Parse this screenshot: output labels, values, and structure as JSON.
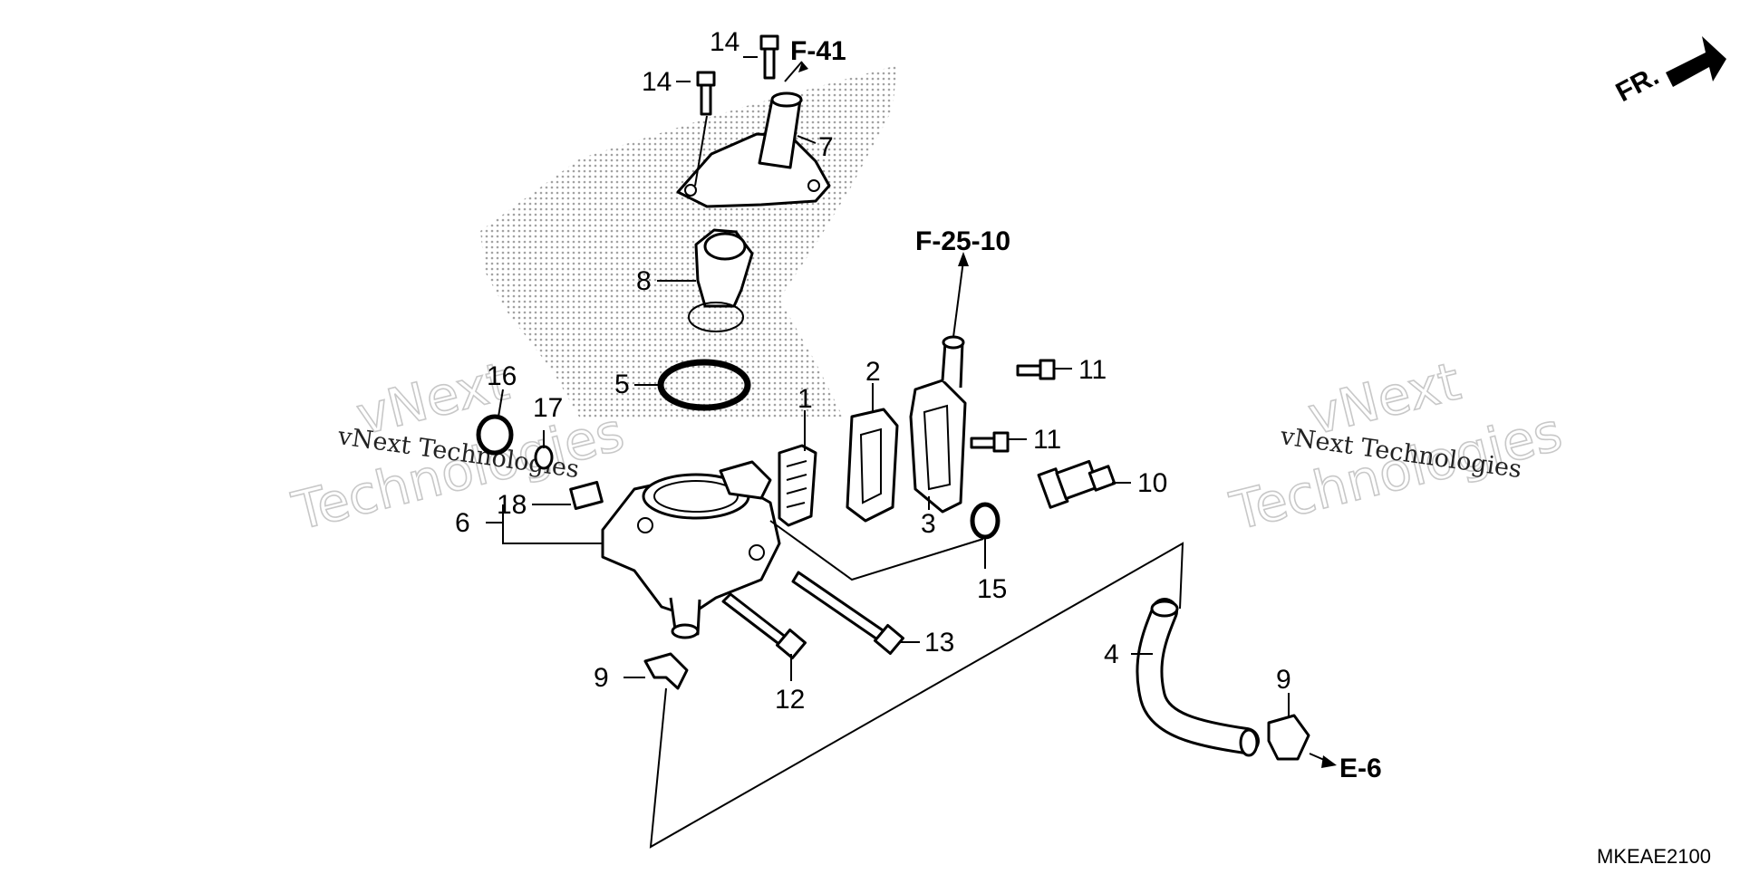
{
  "diagram": {
    "callouts": {
      "c1": "1",
      "c2": "2",
      "c3": "3",
      "c4": "4",
      "c5": "5",
      "c6": "6",
      "c7": "7",
      "c8": "8",
      "c9a": "9",
      "c9b": "9",
      "c10": "10",
      "c11a": "11",
      "c11b": "11",
      "c12": "12",
      "c13": "13",
      "c14a": "14",
      "c14b": "14",
      "c15": "15",
      "c16": "16",
      "c17": "17",
      "c18": "18"
    },
    "references": {
      "top_hose": "F-41",
      "upper_pipe": "F-25-10",
      "hose_end": "E-6"
    },
    "direction_label": "FR.",
    "diagram_code": "MKEAE2100",
    "watermark": {
      "brand_big_line1": "vNext",
      "brand_big_line2": "Technologies",
      "brand_small": "vNext Technologies"
    }
  }
}
